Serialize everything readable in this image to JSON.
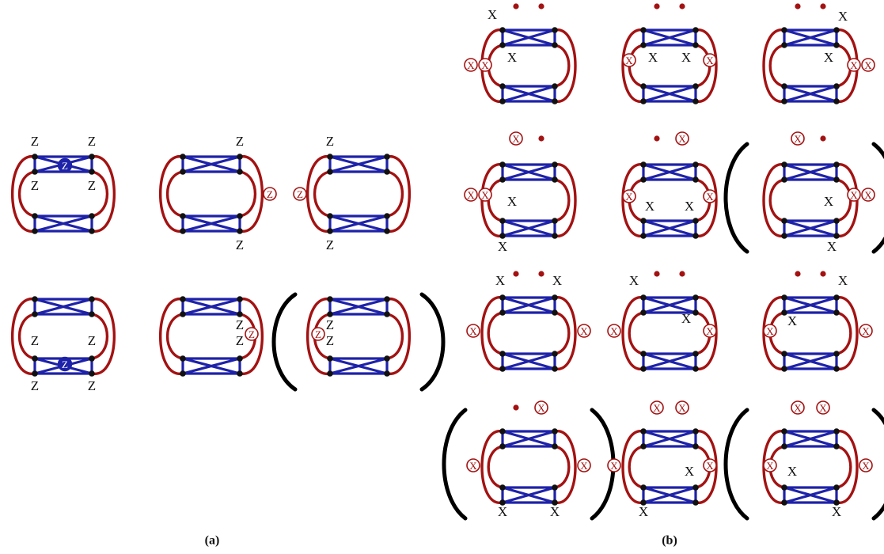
{
  "captions": {
    "a": "(a)",
    "b": "(b)"
  },
  "colors": {
    "fermion_line": "#a31212",
    "plaquette": "#1e22a8",
    "vertex": "#111111",
    "bracket": "#000000"
  },
  "labels": {
    "z": "Z",
    "x": "X"
  },
  "circle_labels": {
    "z": "Z",
    "x": "X"
  },
  "panel_a": [
    {
      "id": "a1",
      "labels": [
        "Z",
        "Z",
        "Z",
        "Z"
      ],
      "blue_circle": "Z"
    },
    {
      "id": "a2",
      "labels": [
        "Z",
        "Z"
      ],
      "red_circle": "Z"
    },
    {
      "id": "a3",
      "labels": [
        "Z",
        "Z"
      ],
      "red_circle": "Z"
    },
    {
      "id": "a4",
      "labels": [
        "Z",
        "Z",
        "Z",
        "Z"
      ],
      "blue_circle": "Z"
    },
    {
      "id": "a5",
      "labels": [
        "Z",
        "Z"
      ],
      "red_circle": "Z"
    },
    {
      "id": "a6",
      "labels": [
        "Z",
        "Z"
      ],
      "red_circle": "Z",
      "bracketed": true
    }
  ],
  "panel_b_rows": 4,
  "panel_b_cols": 3,
  "panel_b_bracketed": [
    "b6",
    "b10",
    "b12"
  ]
}
